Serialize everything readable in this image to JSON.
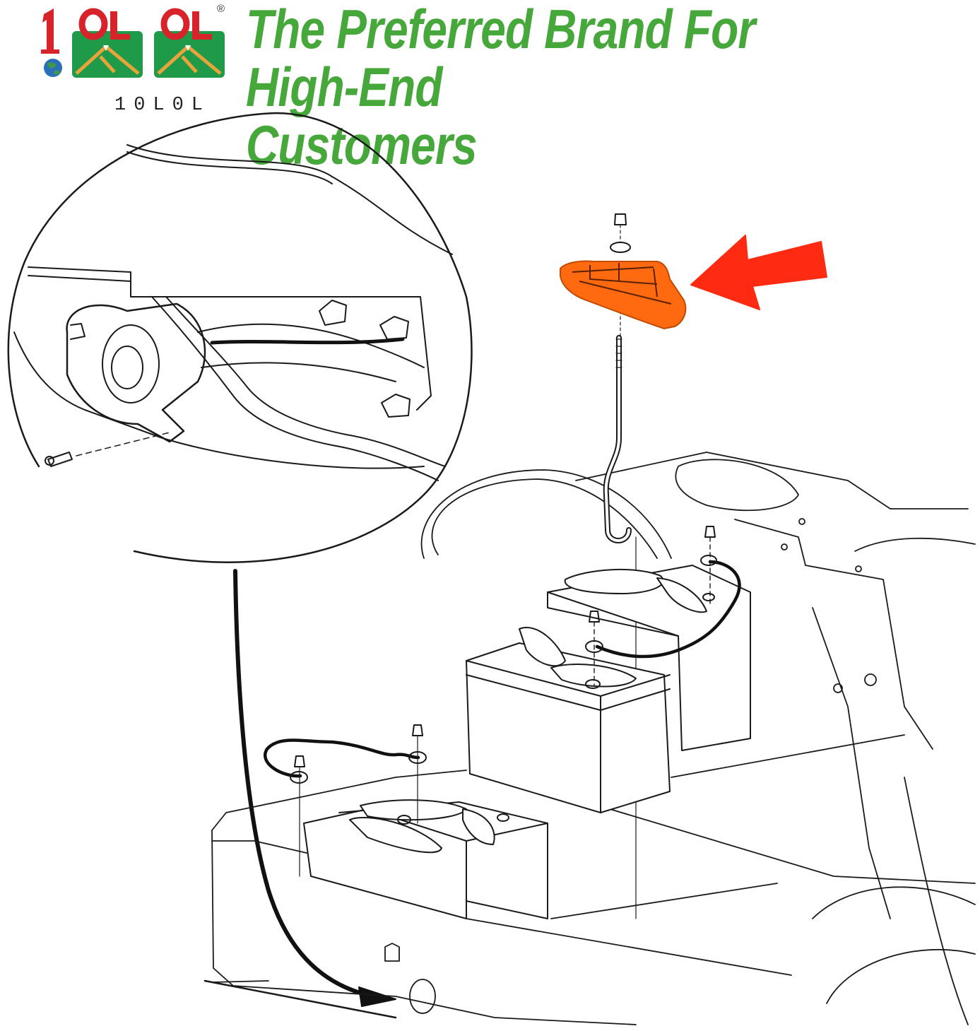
{
  "brand": {
    "logo_text": "10L0L",
    "registered_symbol": "®",
    "colors": {
      "red": "#d9232b",
      "green": "#1f9a48",
      "orange_accent": "#e8a33a"
    }
  },
  "headline": {
    "line1": "The Preferred Brand For High-End",
    "line2": "Customers",
    "color": "#46a83a"
  },
  "diagram": {
    "highlight_color": "#ff6a10",
    "arrow_color": "#ff2a12",
    "icons": [
      "battery-hold-down-icon",
      "callout-arrow-icon",
      "battery-icon",
      "cable-icon",
      "connector-inset-icon"
    ]
  }
}
